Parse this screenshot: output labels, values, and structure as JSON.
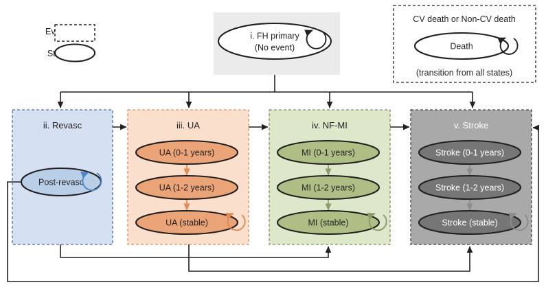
{
  "legend": {
    "event_label": "Event",
    "state_label": "State"
  },
  "root_node": {
    "label_line1": "i. FH primary",
    "label_line2": "(No event)",
    "self_loop": true,
    "panel_bg": "#ebebeb"
  },
  "death_box": {
    "header": "CV death or Non-CV death",
    "node_label": "Death",
    "footer": "(transition from all states)",
    "self_loop": true
  },
  "panels": [
    {
      "id": "revasc",
      "title": "ii. Revasc",
      "border_color": "#4a6fa5",
      "fill_color": "#d5e1f2",
      "accent_color": "#4f86c6",
      "node_fill": "#b9cfe8",
      "title_color": "#231f20",
      "node_text_color": "#231f20",
      "nodes": [
        {
          "label": "Post-revasc",
          "self_loop": true
        }
      ]
    },
    {
      "id": "ua",
      "title": "iii. UA",
      "border_color": "#d98e5f",
      "fill_color": "#fadfcd",
      "accent_color": "#e08a4e",
      "node_fill": "#eaa478",
      "title_color": "#231f20",
      "node_text_color": "#231f20",
      "nodes": [
        {
          "label": "UA (0-1 years)",
          "self_loop": false
        },
        {
          "label": "UA (1-2 years)",
          "self_loop": false
        },
        {
          "label": "UA (stable)",
          "self_loop": true
        }
      ]
    },
    {
      "id": "nfmi",
      "title": "iv. NF-MI",
      "border_color": "#7d8f5f",
      "fill_color": "#dde7c9",
      "accent_color": "#8a9a6a",
      "node_fill": "#aebe84",
      "title_color": "#231f20",
      "node_text_color": "#231f20",
      "nodes": [
        {
          "label": "MI (0-1 years)",
          "self_loop": false
        },
        {
          "label": "MI (1-2 years)",
          "self_loop": false
        },
        {
          "label": "MI (stable)",
          "self_loop": true
        }
      ]
    },
    {
      "id": "stroke",
      "title": "v. Stroke",
      "border_color": "#3f3f3f",
      "fill_color": "#a9a9a9",
      "accent_color": "#8c8c8c",
      "node_fill": "#767676",
      "title_color": "#ffffff",
      "node_text_color": "#ffffff",
      "nodes": [
        {
          "label": "Stroke (0-1 years)",
          "self_loop": false
        },
        {
          "label": "Stroke (1-2 years)",
          "self_loop": false
        },
        {
          "label": "Stroke (stable)",
          "self_loop": true
        }
      ]
    }
  ],
  "colors": {
    "line": "#231f20",
    "page_bg": "#ffffff"
  }
}
